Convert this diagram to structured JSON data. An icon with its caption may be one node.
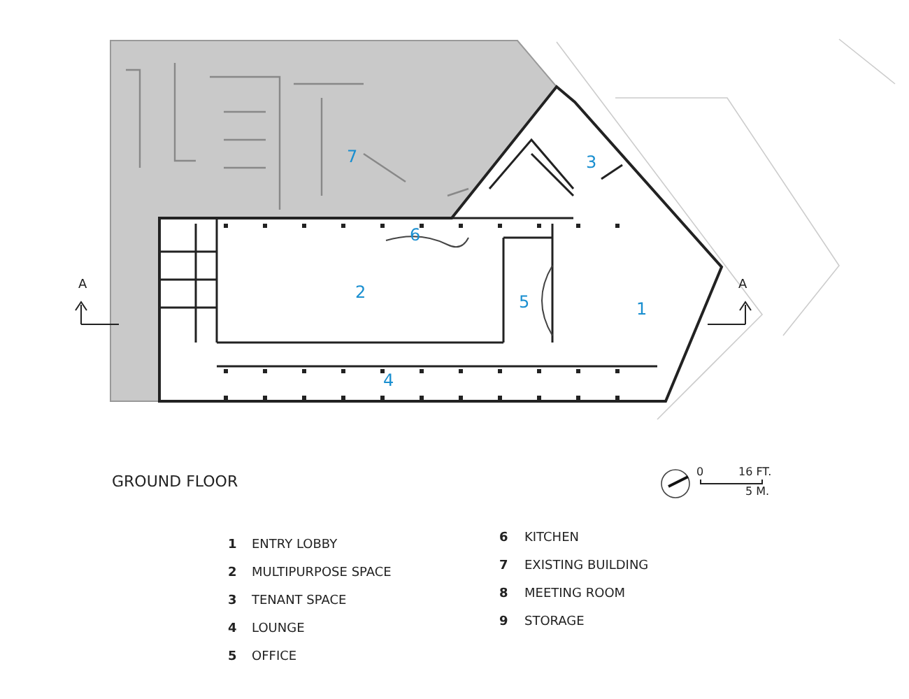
{
  "diagram": {
    "title": "GROUND FLOOR",
    "labels": [
      "7",
      "3",
      "6",
      "2",
      "A",
      "A",
      "5",
      "1",
      "4",
      "0",
      "16 FT.",
      "5 M.",
      "1",
      "ENTRY LOBBY",
      "2",
      "MULTIPURPOSE SPACE",
      "3",
      "TENANT SPACE",
      "4",
      "LOUNGE",
      "5",
      "OFFICE",
      "6",
      "KITCHEN",
      "7",
      "EXISTING BUILDING",
      "8",
      "MEETING ROOM",
      "9",
      "STORAGE"
    ]
  }
}
